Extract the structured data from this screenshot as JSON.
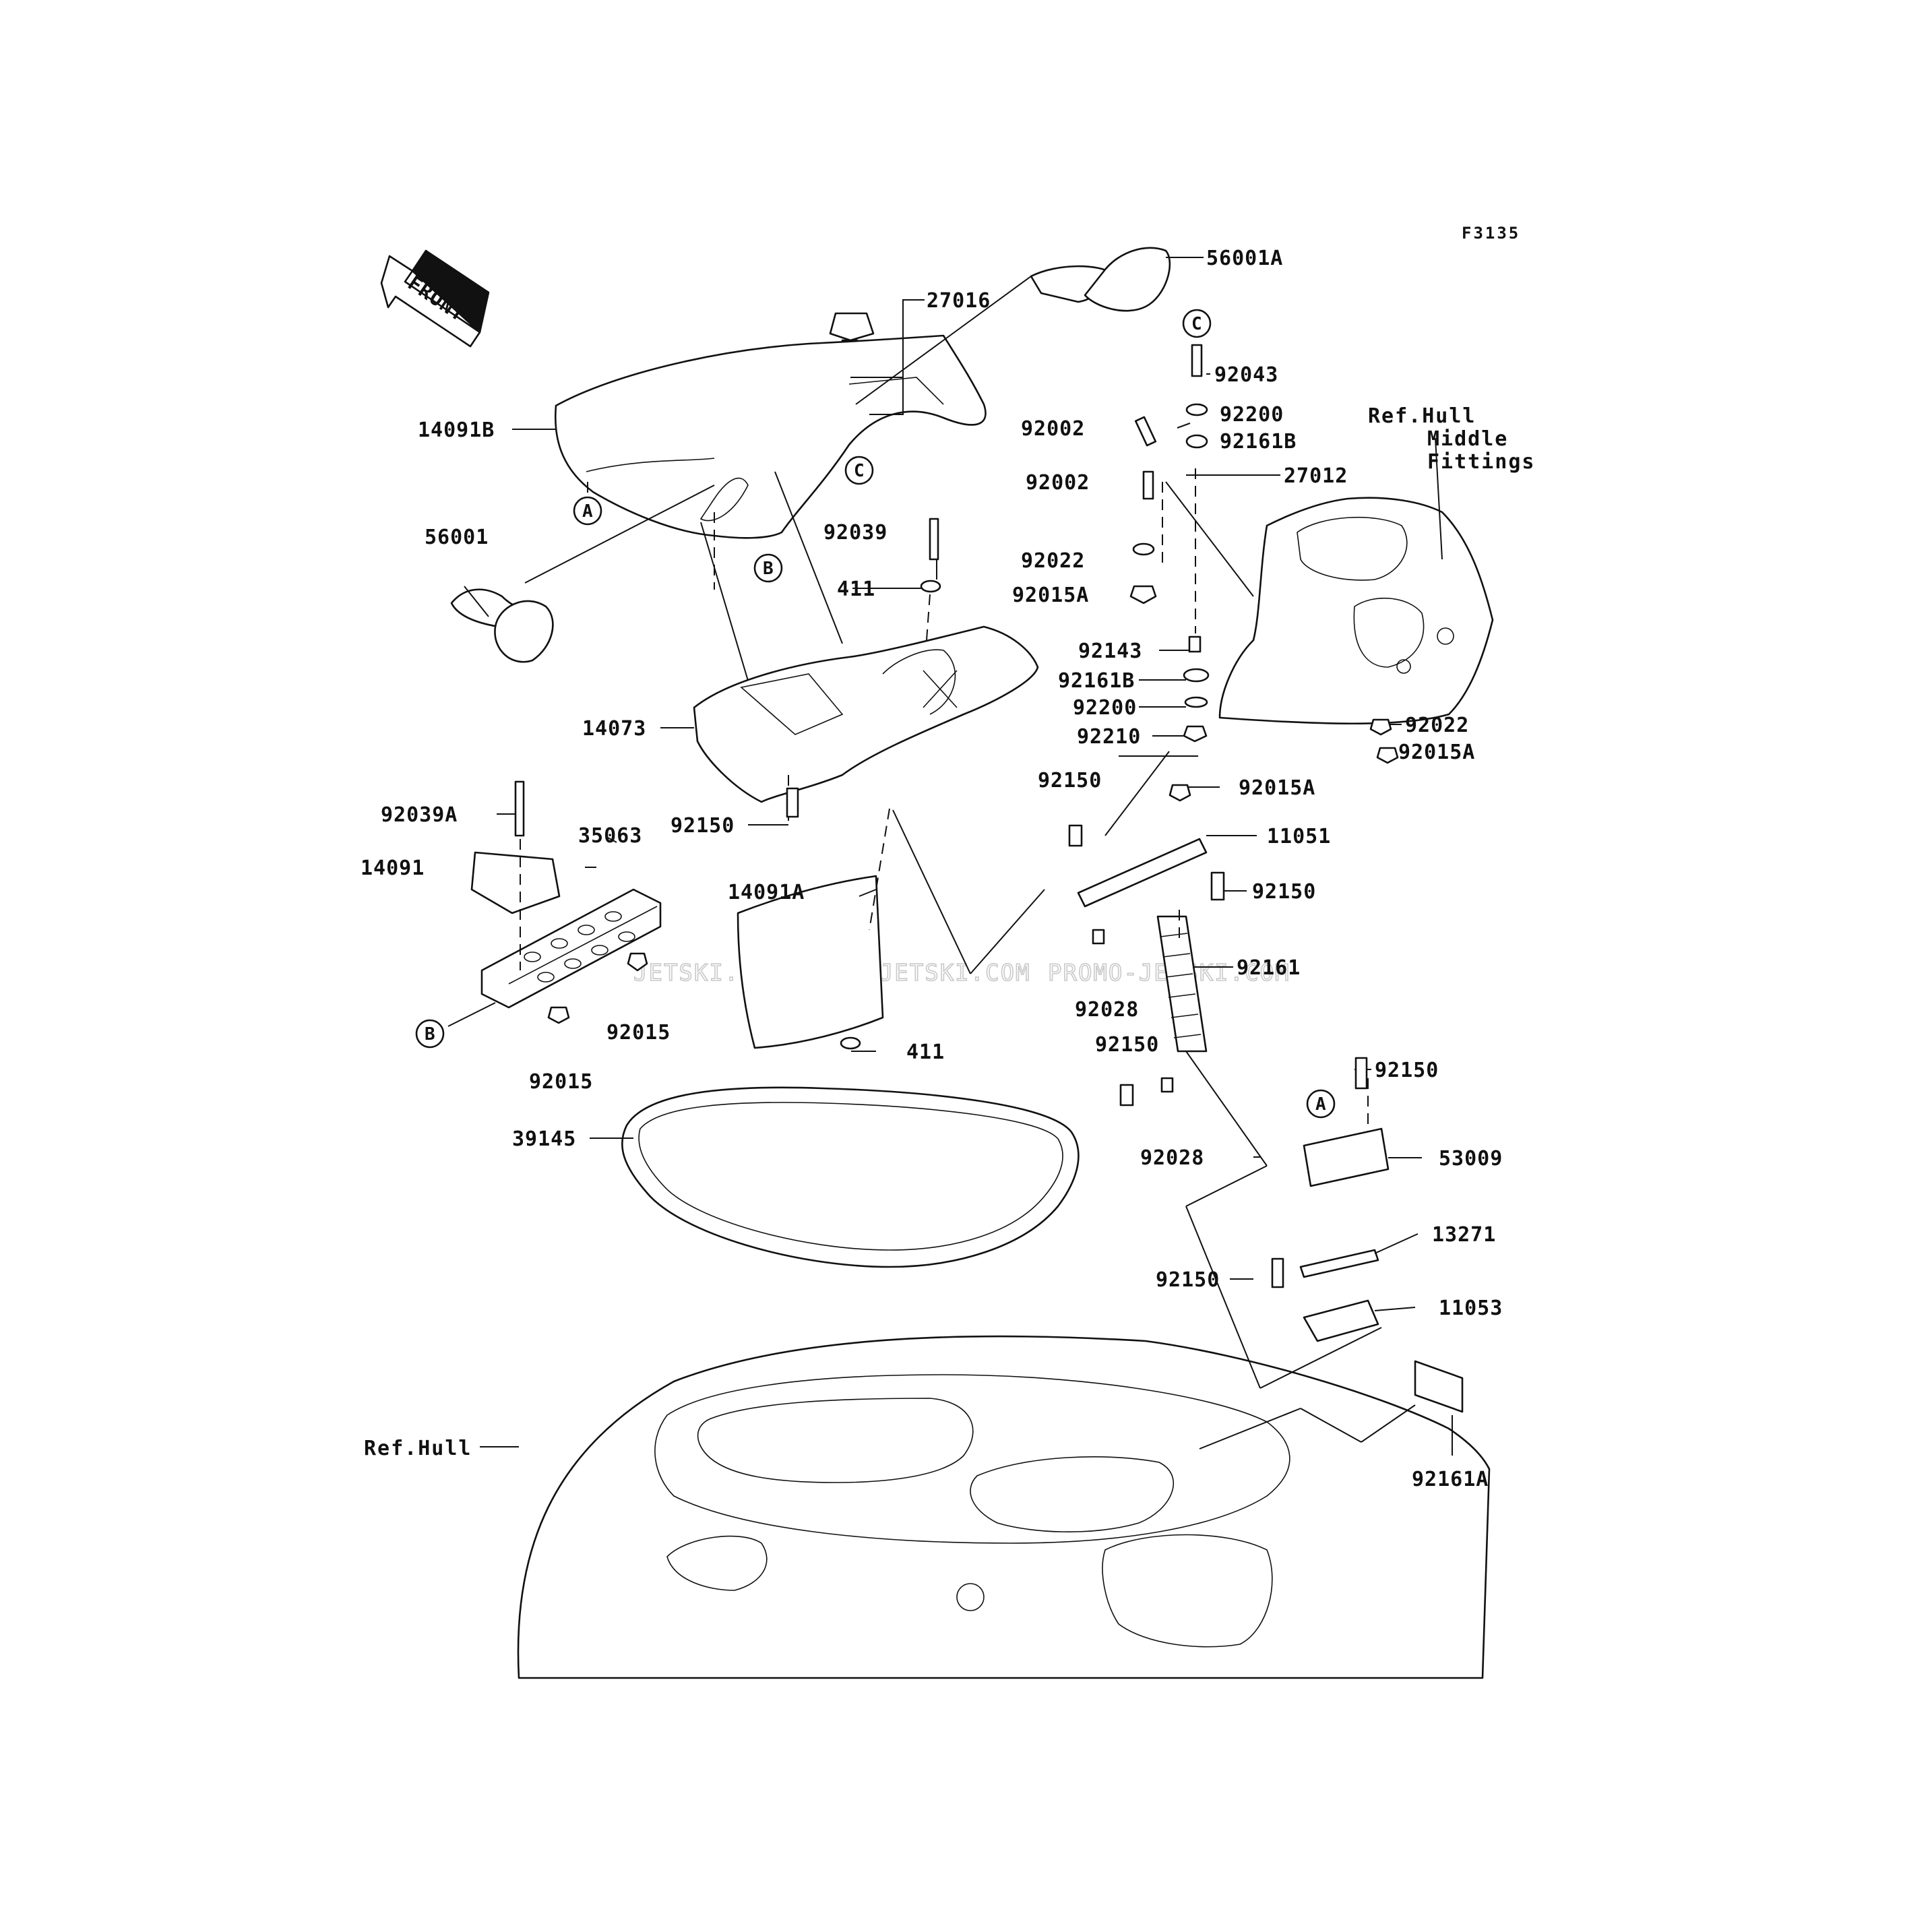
{
  "diagram": {
    "code": "F3135",
    "front_arrow": "FRONT",
    "watermark": [
      "JETSKI.COM",
      "PROMO-JETSKI.COM",
      "PROMO-JETSKI.COM"
    ],
    "circle_refs": {
      "a": "A",
      "b": "B",
      "c": "C"
    },
    "ref_hull_middle": [
      "Ref.Hull",
      "Middle",
      "Fittings"
    ],
    "ref_hull": "Ref.Hull",
    "parts": {
      "p56001a": "56001A",
      "p27016": "27016",
      "p14091b": "14091B",
      "p56001": "56001",
      "p92039": "92039",
      "p411a": "411",
      "p14073": "14073",
      "p92150a": "92150",
      "p92039a": "92039A",
      "p35063": "35063",
      "p14091": "14091",
      "p14091a": "14091A",
      "p92015a": "92015",
      "p92015b": "92015",
      "p411b": "411",
      "p39145": "39145",
      "p92043": "92043",
      "p92200a": "92200",
      "p92002a": "92002",
      "p92161b_a": "92161B",
      "p92002b": "92002",
      "p27012": "27012",
      "p92022a": "92022",
      "p92015a_a": "92015A",
      "p92143": "92143",
      "p92161b_b": "92161B",
      "p92200b": "92200",
      "p92210": "92210",
      "p92022b": "92022",
      "p92015a_b": "92015A",
      "p92150b": "92150",
      "p92015a_c": "92015A",
      "p11051": "11051",
      "p92150c": "92150",
      "p92028a": "92028",
      "p92161": "92161",
      "p92150d": "92150",
      "p92028b": "92028",
      "p92150e": "92150",
      "p53009": "53009",
      "p13271": "13271",
      "p92150f": "92150",
      "p11053": "11053",
      "p92161a": "92161A"
    }
  }
}
